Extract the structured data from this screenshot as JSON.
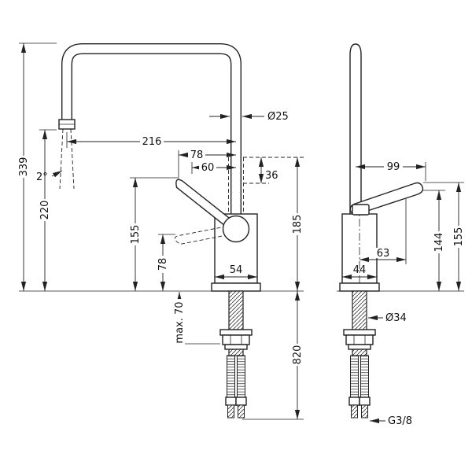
{
  "front": {
    "dia_pipe": "Ø25",
    "reach": "216",
    "dim_78h": "78",
    "dim_60": "60",
    "dim_36": "36",
    "height_total": "339",
    "height_spout": "220",
    "height_handle": "155",
    "dim_78v": "78",
    "base_width": "54",
    "height_cartridge": "185",
    "hose_length": "820",
    "max_counter": "max. 70",
    "angle": "2°"
  },
  "side": {
    "handle_reach": "99",
    "handle_proj": "63",
    "height_144": "144",
    "height_155": "155",
    "base_depth": "44",
    "dia_shank": "Ø34",
    "thread": "G3/8"
  }
}
